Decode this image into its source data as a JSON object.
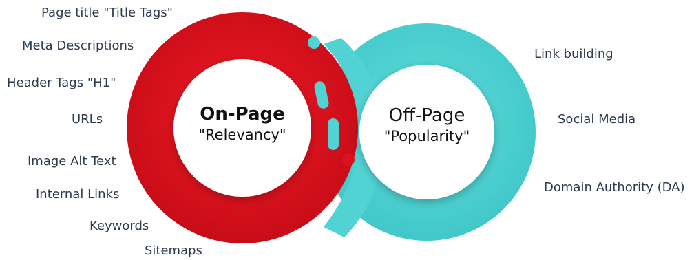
{
  "on_page": {
    "title": "On-Page",
    "subtitle": "\"Relevancy\"",
    "items": [
      "Page title \"Title Tags\"",
      "Meta Descriptions",
      "Header Tags \"H1\"",
      "URLs",
      "Image Alt Text",
      "Internal Links",
      "Keywords",
      "Sitemaps"
    ],
    "color": "#e0101f"
  },
  "off_page": {
    "title": "Off-Page",
    "subtitle": "\"Popularity\"",
    "items": [
      "Link building",
      "Social Media",
      "Domain Authority (DA)"
    ],
    "color": "#52d3d3"
  }
}
